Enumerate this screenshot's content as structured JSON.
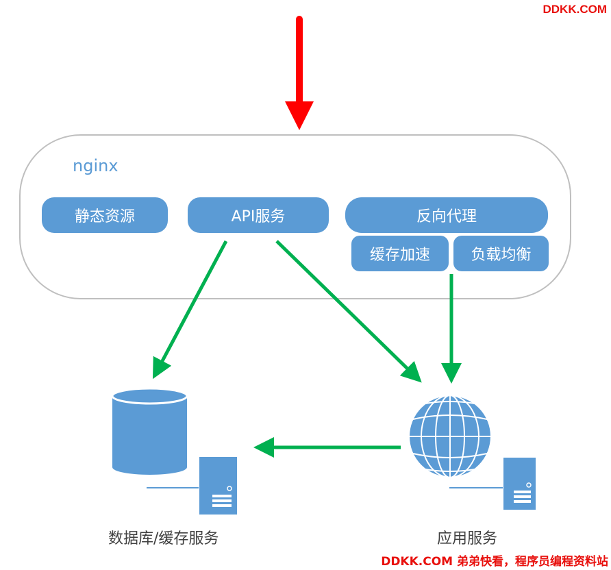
{
  "watermark_top": "DDKK.COM",
  "watermark_bottom": "DDKK.COM 弟弟快看，程序员编程资料站",
  "nginx": {
    "label": "nginx",
    "modules": {
      "static": "静态资源",
      "api": "API服务",
      "proxy": "反向代理",
      "cache": "缓存加速",
      "balance": "负载均衡"
    }
  },
  "db_caption": "数据库/缓存服务",
  "app_caption": "应用服务",
  "colors": {
    "box": "#5b9bd5",
    "incoming_arrow": "#ff0000",
    "flow_arrow": "#00b050",
    "container_border": "#bfbfbf",
    "watermark": "#e8100d"
  },
  "icons": [
    "database-icon",
    "server-icon",
    "globe-icon"
  ]
}
